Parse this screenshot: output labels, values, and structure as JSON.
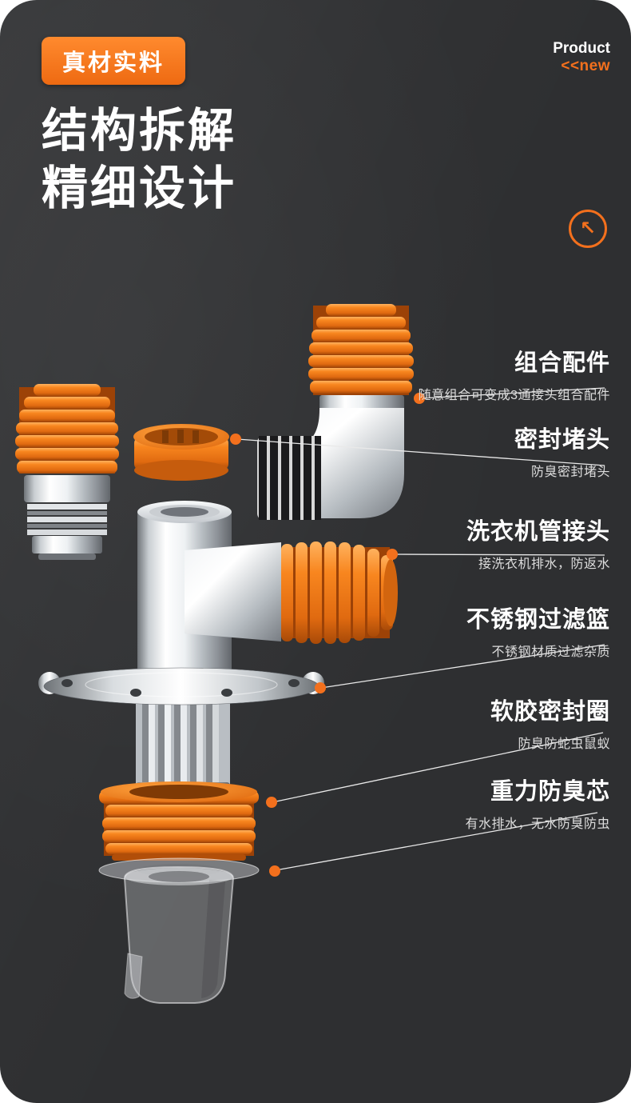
{
  "badge": {
    "label": "真材实料"
  },
  "brand": {
    "line1": "Product",
    "line2": "<<new"
  },
  "title": {
    "line1": "结构拆解",
    "line2": "精细设计"
  },
  "icons": {
    "corner_arrow": "↖"
  },
  "callouts": [
    {
      "title": "组合配件",
      "desc": "随意组合可变成3通接头组合配件"
    },
    {
      "title": "密封堵头",
      "desc": "防臭密封堵头"
    },
    {
      "title": "洗衣机管接头",
      "desc": "接洗衣机排水，防返水"
    },
    {
      "title": "不锈钢过滤篮",
      "desc": "不锈钢材质过滤杂质"
    },
    {
      "title": "软胶密封圈",
      "desc": "防臭防蛇虫鼠蚁"
    },
    {
      "title": "重力防臭芯",
      "desc": "有水排水，无水防臭防虫"
    }
  ],
  "colors": {
    "accent": "#f3701d",
    "background": "#2e2f31",
    "frame": "#ffffff",
    "text": "#ffffff"
  }
}
